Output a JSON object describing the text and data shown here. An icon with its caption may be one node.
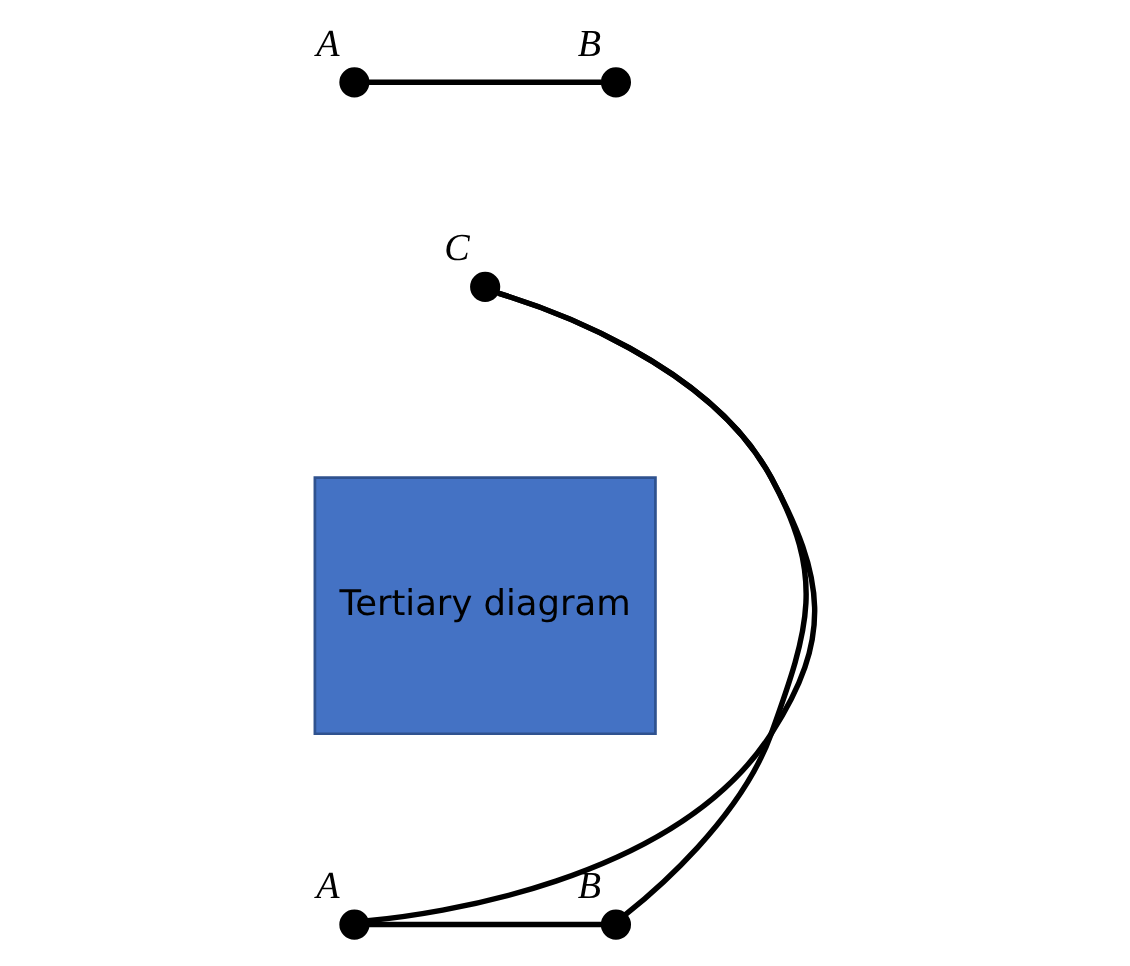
{
  "diagram": {
    "nodes": [
      {
        "text": [],
        "shape": "circle",
        "beside": [
          "A"
        ]
      },
      {
        "text": [],
        "shape": "circle",
        "beside": [
          "B"
        ]
      },
      {
        "text": [],
        "shape": "circle",
        "beside": [
          "C"
        ]
      },
      {
        "text": [
          "Tertiary diagram"
        ]
      },
      {
        "text": [],
        "shape": "circle",
        "beside": [
          "A"
        ]
      },
      {
        "text": [],
        "shape": "circle",
        "beside": [
          "B"
        ]
      }
    ],
    "edges": [
      {
        "from": 0,
        "to": 1,
        "arrow": "none"
      },
      {
        "from": 4,
        "to": 2,
        "arrow": "none"
      },
      {
        "from": 2,
        "to": 5,
        "arrow": "none"
      },
      {
        "from": 4,
        "to": 5,
        "arrow": "none"
      }
    ]
  }
}
